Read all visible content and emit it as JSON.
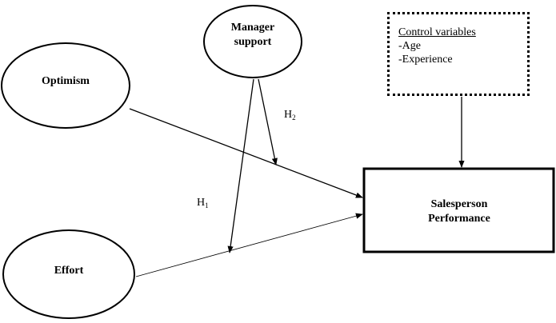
{
  "nodes": {
    "manager_support": {
      "line1": "Manager",
      "line2": "support"
    },
    "optimism": {
      "label": "Optimism"
    },
    "effort": {
      "label": "Effort"
    },
    "performance": {
      "line1": "Salesperson",
      "line2": "Performance"
    }
  },
  "control_box": {
    "title": "Control variables",
    "items": [
      "-Age",
      "-Experience"
    ]
  },
  "hypotheses": {
    "h1": {
      "letter": "H",
      "sub": "1"
    },
    "h2": {
      "letter": "H",
      "sub": "2"
    }
  },
  "colors": {
    "stroke": "#000000",
    "background": "#ffffff"
  }
}
